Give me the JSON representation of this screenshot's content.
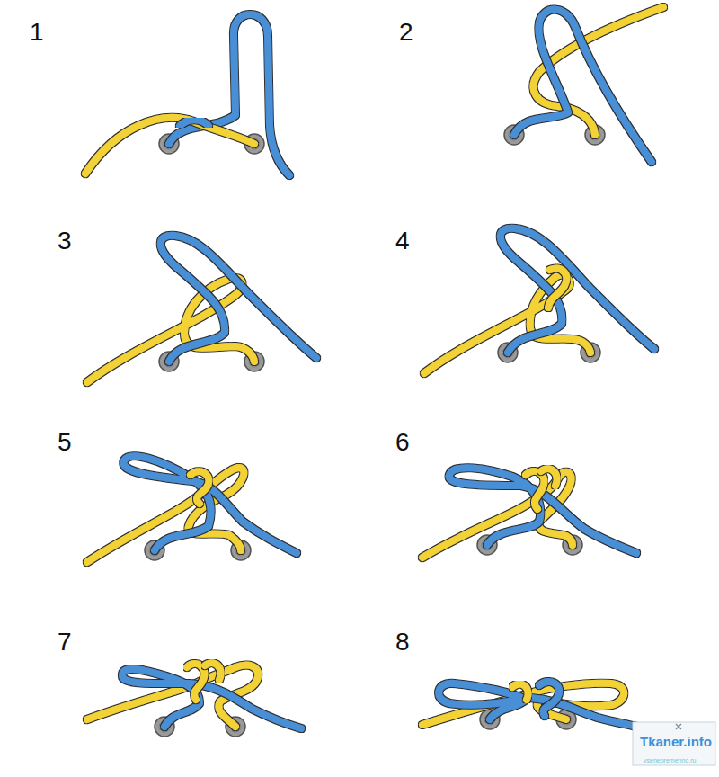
{
  "diagram": {
    "labels": [
      "1",
      "2",
      "3",
      "4",
      "5",
      "6",
      "7",
      "8",
      "Tkaner.info",
      "vsenepremenno.ru"
    ]
  }
}
